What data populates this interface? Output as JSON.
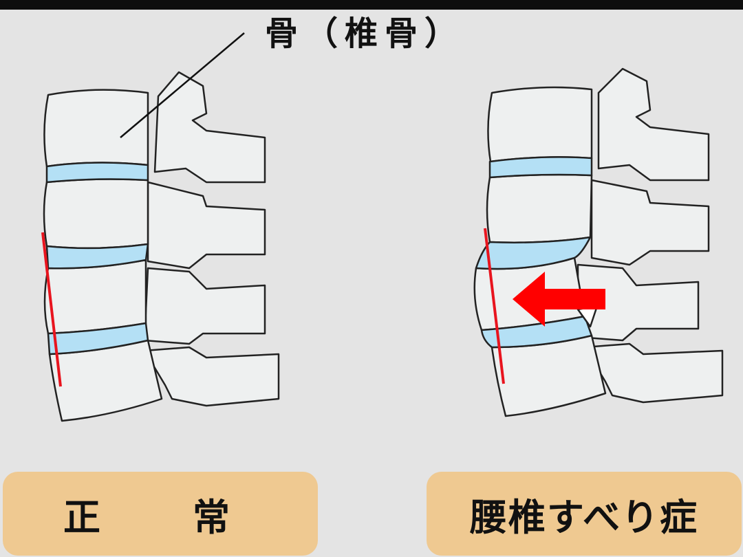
{
  "callout_label": "骨（椎骨）",
  "panels": [
    {
      "label": "正　常"
    },
    {
      "label": "腰椎すべり症"
    }
  ],
  "colors": {
    "disc": "#b4e0f5",
    "bone": "#eef0f0",
    "alignment_line": "#e8141e",
    "arrow": "#ff0000",
    "label_bg": "#efc991"
  }
}
